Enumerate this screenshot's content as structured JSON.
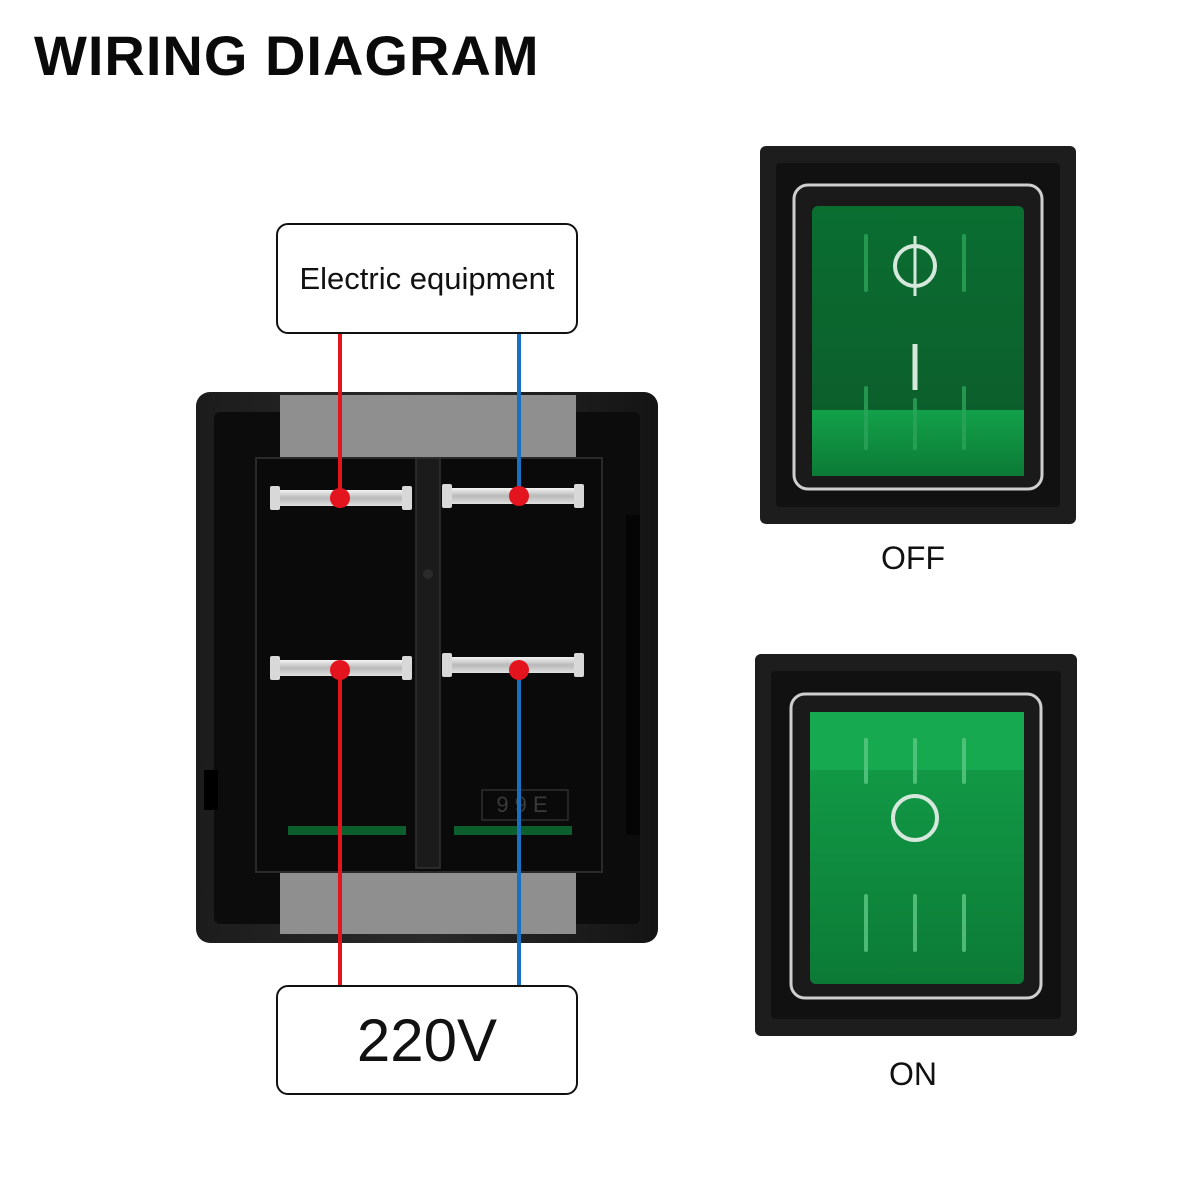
{
  "title": "WIRING DIAGRAM",
  "load_box": {
    "label": "Electric equipment"
  },
  "supply_box": {
    "label": "220V"
  },
  "states": {
    "off": {
      "label": "OFF",
      "symbols": [
        "power-off-symbol-O",
        "power-on-symbol-I"
      ]
    },
    "on": {
      "label": "ON",
      "symbols": [
        "power-off-symbol-O"
      ]
    }
  },
  "switch_marking": "9 9 E",
  "colors": {
    "live_wire": "#e4141e",
    "neutral_wire": "#1a6fc0",
    "rocker_green": "#0f8a3e",
    "housing": "#161616"
  }
}
